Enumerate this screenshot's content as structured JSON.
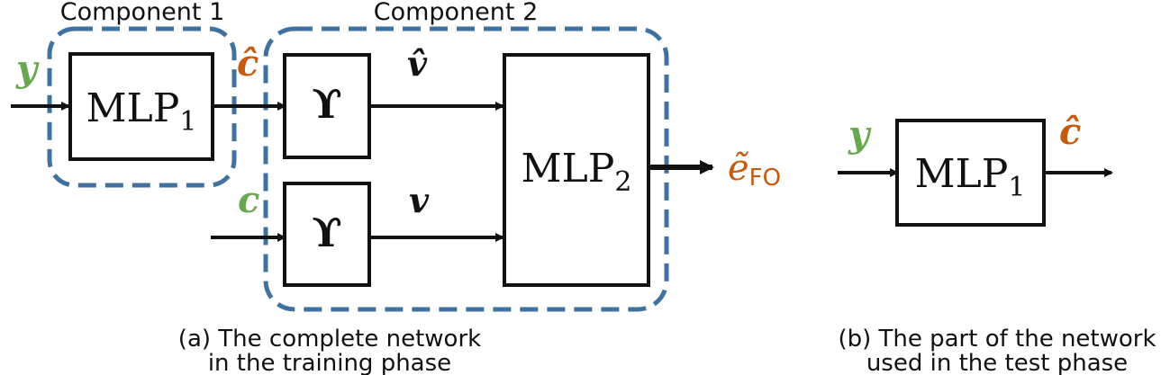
{
  "component1_label": "Component 1",
  "component2_label": "Component 2",
  "mlp1_main": "MLP",
  "mlp1_sub": "1",
  "mlp2_main": "MLP",
  "mlp2_sub": "2",
  "gamma_symbol": "ϒ",
  "vars": {
    "y": "y",
    "c_hat": "ĉ",
    "c": "c",
    "v_hat": "v̂",
    "v": "v",
    "e_main": "ẽ",
    "e_sub": "FO"
  },
  "caption_a": [
    "(a) The complete network",
    "in the training phase"
  ],
  "caption_b": [
    "(b) The part of the network",
    "used in the test phase"
  ],
  "colors": {
    "green": "#6aa84f",
    "orange": "#c55a11",
    "dash_blue": "#41729f",
    "line": "#111111"
  }
}
